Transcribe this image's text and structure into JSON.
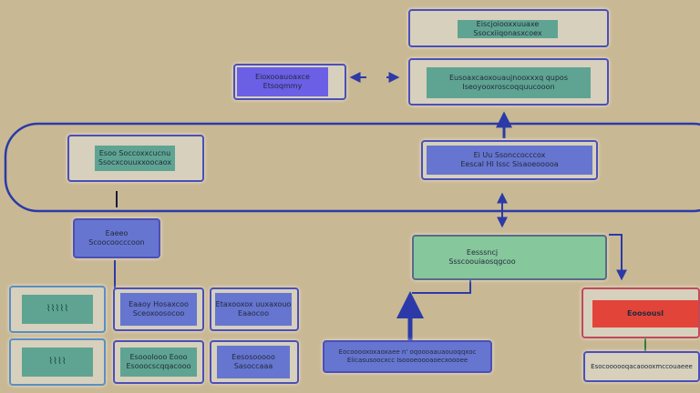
{
  "nodes": {
    "top_right": {
      "line1": "Eiscjoiooxxuuaxe",
      "line2": "Ssocxiiqonasxcoex"
    },
    "right_detail": {
      "line1": "Eusoaxcaoxouaujnooxxxq qupos",
      "line2": "Iseoyooxroscoqquucooon"
    },
    "left_violet": {
      "line1": "Eioxooauoaxce",
      "line2": "Etsoqmmy"
    },
    "left_teal": {
      "line1": "Esoo Soccoxxcucnu",
      "line2": "Ssocxcouuxxoocaox"
    },
    "mid_blue": {
      "line1": "Ei Uu Ssonccocccox",
      "line2": "Eescal Hl Issc Sisaoeooooa"
    },
    "small_blue": {
      "line1": "Eaeeo",
      "line2": "Scoocoocccoon"
    },
    "green_box": {
      "line1": "Eesssncj",
      "line2": "Ssscoouiaosqgcoo"
    },
    "grid_b1": {
      "line1": "Eaaoy Hosaxcoo",
      "line2": "Sceoxoosocoo"
    },
    "grid_c1": {
      "line1": "Etaxooxox uuxaxouo",
      "line2": "Eaaocoo"
    },
    "grid_b2": {
      "line1": "Esooolooo Eooo",
      "line2": "Esooocscqqacooo"
    },
    "grid_c2": {
      "line1": "Eesosooooo",
      "line2": "Sasoccaaa"
    },
    "bottom_blue": {
      "line1": "Eocooooxoxaoxaee n' oqoooaauaouoqqxoc",
      "line2": "Eiicasusoocxcc Isoooeoooaoecxoooee"
    },
    "red_box": {
      "label": "Eoosousl"
    },
    "bottom_right": {
      "label": "Esocoooooqacaoooxmccouaeee"
    }
  },
  "icons": {
    "grid_a1": "leaf-glyph-icon",
    "grid_a2": "sprout-glyph-icon"
  },
  "colors": {
    "background": "#c9b894",
    "border": "#4b4fb8",
    "teal": "#5fa492",
    "blue": "#6675cf",
    "violet": "#6b5fe6",
    "mint": "#86c79c",
    "red": "#e2443a",
    "connector": "#2b3aa8",
    "connector_green": "#2e7a3c"
  }
}
